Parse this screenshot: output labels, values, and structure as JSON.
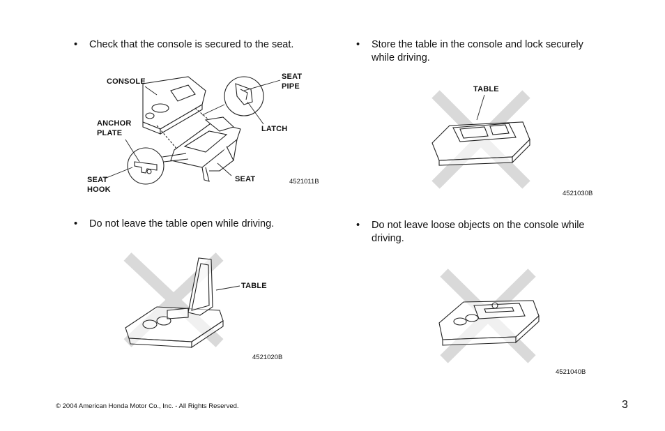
{
  "bullets": {
    "b1": "Check that the console is secured to the seat.",
    "b2": "Do not leave the table open while driving.",
    "b3": "Store the table in the console and lock securely while driving.",
    "b4": "Do not leave loose objects on the console while driving.",
    "dot": "•"
  },
  "figure1": {
    "console": "CONSOLE",
    "seat_pipe_1": "SEAT",
    "seat_pipe_2": "PIPE",
    "latch": "LATCH",
    "anchor_1": "ANCHOR",
    "anchor_2": "PLATE",
    "seat_hook_1": "SEAT",
    "seat_hook_2": "HOOK",
    "seat": "SEAT",
    "code": "4521011B"
  },
  "figure2": {
    "table": "TABLE",
    "code": "4521020B"
  },
  "figure3": {
    "table": "TABLE",
    "code": "4521030B"
  },
  "figure4": {
    "code": "4521040B"
  },
  "footer": {
    "copyright": "© 2004 American Honda Motor Co., Inc. - All Rights Reserved.",
    "page_number": "3"
  },
  "colors": {
    "cross": "#d9d9d9",
    "line": "#222222"
  }
}
